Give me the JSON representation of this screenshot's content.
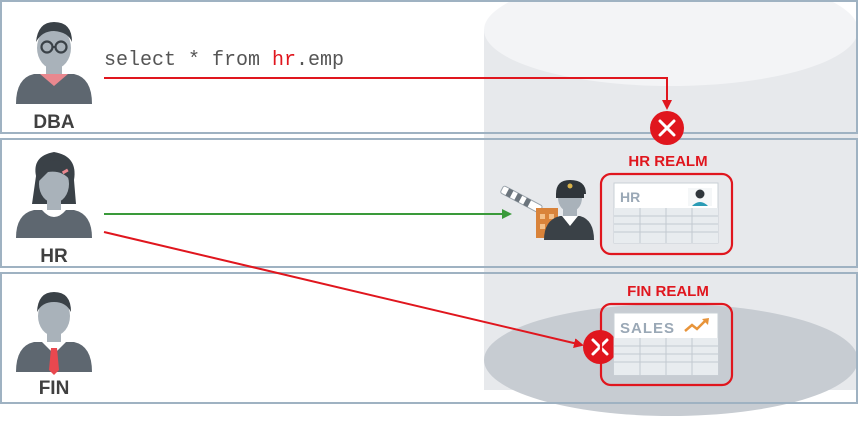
{
  "roles": [
    {
      "id": "dba",
      "label": "DBA"
    },
    {
      "id": "hr",
      "label": "HR"
    },
    {
      "id": "fin",
      "label": "FIN"
    }
  ],
  "query": {
    "prefix": "select * from ",
    "schema": "hr",
    "suffix": ".emp"
  },
  "realms": [
    {
      "id": "hr",
      "title": "HR REALM",
      "card_title": "HR"
    },
    {
      "id": "fin",
      "title": "FIN REALM",
      "card_title": "SALES"
    }
  ],
  "colors": {
    "denied": "#e0161e",
    "allowed": "#3a9a3a",
    "lane_border": "#9fb2c2",
    "database": "#e4e7ea"
  },
  "icons": {
    "denied": "x-circle-icon",
    "guard": "security-guard-icon",
    "gate": "barrier-gate-icon"
  }
}
